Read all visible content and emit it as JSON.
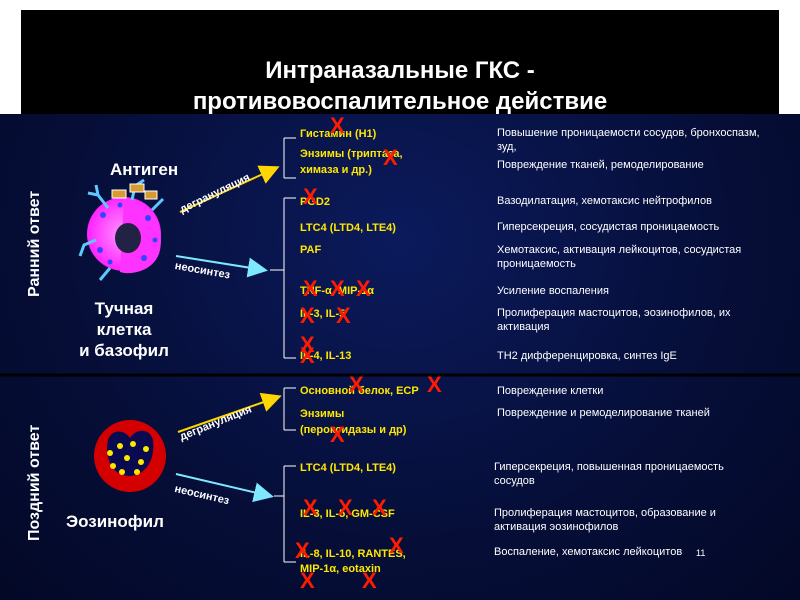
{
  "title": {
    "line1": "Интраназальные ГКС -",
    "line2": "противовоспалительное действие"
  },
  "sections": {
    "early": "Ранний ответ",
    "late": "Поздний ответ"
  },
  "cells": {
    "antigen": "Антиген",
    "mast1": "Тучная",
    "mast2": "клетка",
    "mast3": "и базофил",
    "eos": "Эозинофил"
  },
  "arrows": {
    "degran1": "дегрануляция",
    "neo1": "неосинтез",
    "degran2": "дегрануляция",
    "neo2": "неосинтез"
  },
  "mediators": [
    {
      "id": "m1",
      "text": "Гистамин (H1)"
    },
    {
      "id": "m2a",
      "text": "Энзимы (триптаза,"
    },
    {
      "id": "m2b",
      "text": "химаза и др.)"
    },
    {
      "id": "m3",
      "text": "PGD2"
    },
    {
      "id": "m4",
      "text": "LTC4 (LTD4, LTE4)"
    },
    {
      "id": "m5",
      "text": "PAF"
    },
    {
      "id": "m6",
      "text": "TNF-α, MIP-1α"
    },
    {
      "id": "m7",
      "text": "IL-3, IL-5"
    },
    {
      "id": "m8",
      "text": "IL-4, IL-13"
    },
    {
      "id": "m9",
      "text": "Основной белок, ECP"
    },
    {
      "id": "m10a",
      "text": "Энзимы"
    },
    {
      "id": "m10b",
      "text": "(пероксидазы и др)"
    },
    {
      "id": "m11",
      "text": "LTC4 (LTD4, LTE4)"
    },
    {
      "id": "m12",
      "text": "IL-3, IL-5, GM-CSF"
    },
    {
      "id": "m13a",
      "text": "IL-8, IL-10, RANTES,"
    },
    {
      "id": "m13b",
      "text": "MIP-1α, eotaxin"
    }
  ],
  "effects": {
    "e1": "Повышение проницаемости сосудов, бронхоспазм, зуд,",
    "e2": "Повреждение тканей, ремоделирование",
    "e3": "Вазодилатация, хемотаксис нейтрофилов",
    "e4": "Гиперсекреция, сосудистая проницаемость",
    "e5": "Хемотаксис, активация лейкоцитов, сосудистая проницаемость",
    "e6": "Усиление воспаления",
    "e7": "Пролиферация мастоцитов, эозинофилов, их активация",
    "e8": "TH2 дифференцировка, синтез IgE",
    "e9": "Повреждение клетки",
    "e10": "Повреждение и ремоделирование тканей",
    "e11": "Гиперсекреция, повышенная проницаемость сосудов",
    "e12": "Пролиферация мастоцитов, образование и активация эозинофилов",
    "e13": "Воспаление, хемотаксис лейкоцитов"
  },
  "page_number": "11",
  "mark": "X",
  "colors": {
    "mediator": "#ffe800",
    "x": "#ff1a00",
    "degran_arrow": "#ffd600",
    "neo_arrow": "#7fe8ff",
    "mast_cell": "#ff33ff",
    "eos_cell": "#d40000"
  }
}
